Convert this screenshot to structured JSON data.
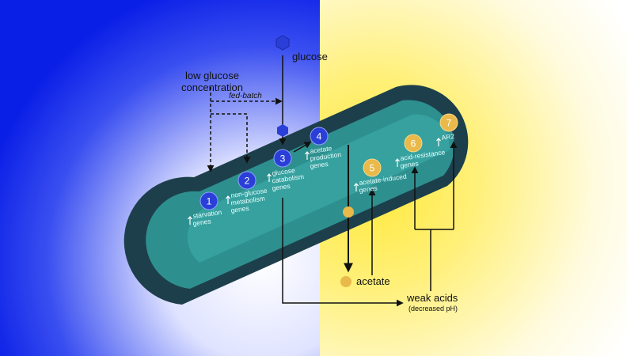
{
  "colors": {
    "left_bg": "#0a1fe6",
    "right_bg": "#ffe93a",
    "cell_outer": "#1d3f4b",
    "cell_inner": "#2e8f8f",
    "cell_core": "#3aa7a4",
    "blue_node": "#2a3fd8",
    "yellow_node": "#e9b94a",
    "arrow": "#111111"
  },
  "labels": {
    "glucose": "glucose",
    "low_glucose_1": "low glucose",
    "low_glucose_2": "concentration",
    "fed_batch": "fed-batch",
    "acetate": "acetate",
    "weak_acids": "weak acids",
    "weak_acids_sub": "(decreased pH)"
  },
  "nodes": [
    {
      "number": "1",
      "color": "blue",
      "lines": [
        "starvation",
        "genes"
      ]
    },
    {
      "number": "2",
      "color": "blue",
      "lines": [
        "non-glucose",
        "metabolism",
        "genes"
      ]
    },
    {
      "number": "3",
      "color": "blue",
      "lines": [
        "glucose",
        "catabolism",
        "genes"
      ]
    },
    {
      "number": "4",
      "color": "blue",
      "lines": [
        "acetate",
        "production",
        "genes"
      ]
    },
    {
      "number": "5",
      "color": "yellow",
      "lines": [
        "acetate-induced",
        "genes"
      ]
    },
    {
      "number": "6",
      "color": "yellow",
      "lines": [
        "acid-resistance",
        "genes"
      ]
    },
    {
      "number": "7",
      "color": "yellow",
      "lines": [
        "AR2"
      ]
    }
  ],
  "icons": {
    "glucose_molecule": "hexagon-icon",
    "acetate_molecule": "circle-icon",
    "up_arrow": "up-arrow-icon"
  }
}
